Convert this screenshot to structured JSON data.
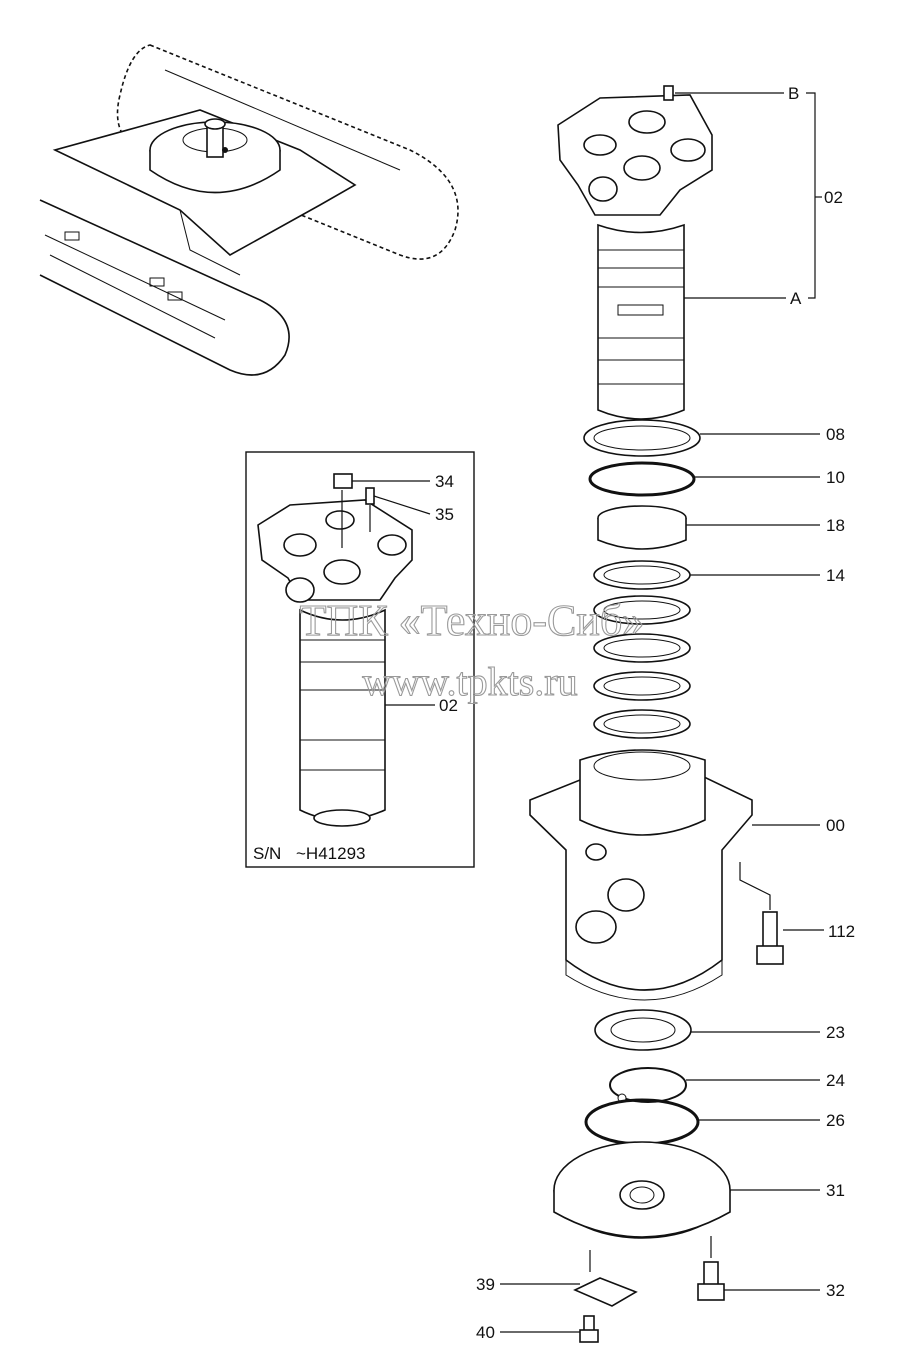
{
  "watermark": {
    "line1": "ТПК «Техно-Сиб»",
    "line2": "www.tpkts.ru"
  },
  "inset": {
    "serial": "S/N",
    "serial_range": "~H41293"
  },
  "callouts": [
    {
      "id": "B",
      "text": "B"
    },
    {
      "id": "02-main",
      "text": "02"
    },
    {
      "id": "A",
      "text": "A"
    },
    {
      "id": "08",
      "text": "08"
    },
    {
      "id": "10",
      "text": "10"
    },
    {
      "id": "18",
      "text": "18"
    },
    {
      "id": "14",
      "text": "14"
    },
    {
      "id": "00",
      "text": "00"
    },
    {
      "id": "112",
      "text": "112"
    },
    {
      "id": "23",
      "text": "23"
    },
    {
      "id": "24",
      "text": "24"
    },
    {
      "id": "26",
      "text": "26"
    },
    {
      "id": "31",
      "text": "31"
    },
    {
      "id": "32",
      "text": "32"
    },
    {
      "id": "39",
      "text": "39"
    },
    {
      "id": "40",
      "text": "40"
    },
    {
      "id": "34",
      "text": "34"
    },
    {
      "id": "35",
      "text": "35"
    },
    {
      "id": "02-inset",
      "text": "02"
    }
  ]
}
